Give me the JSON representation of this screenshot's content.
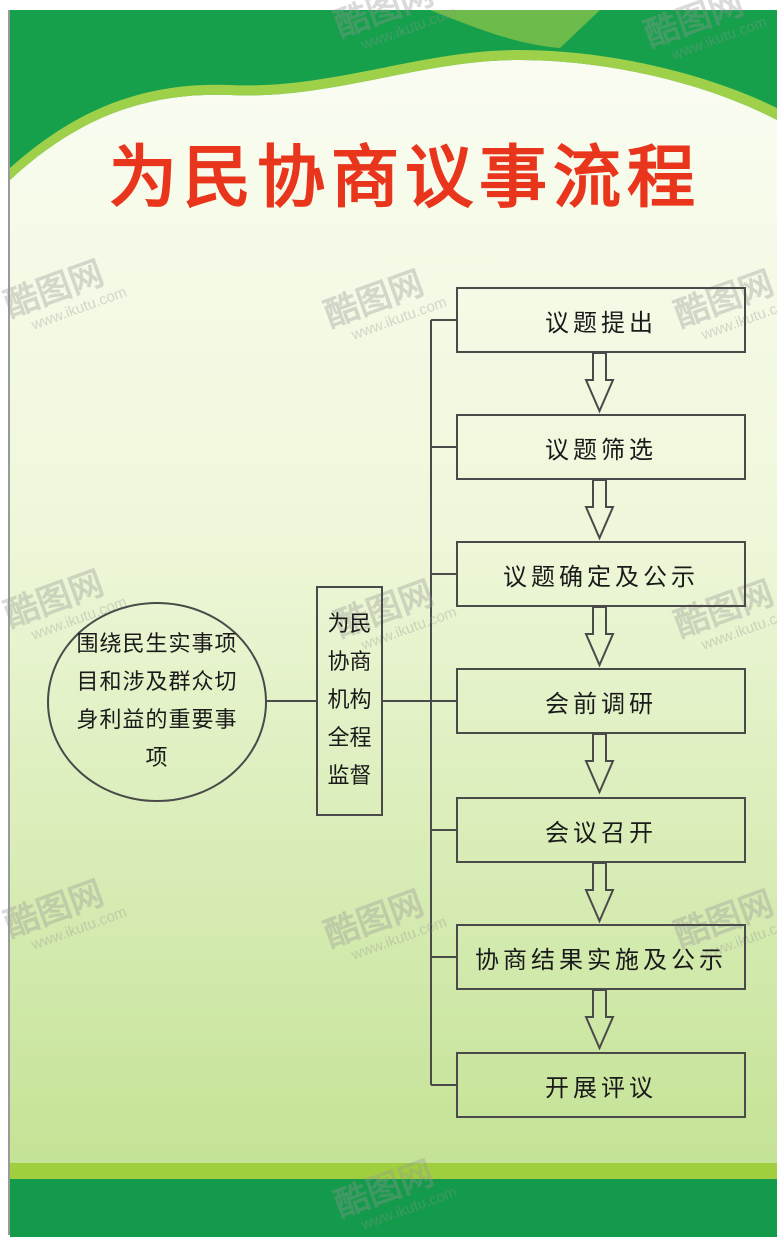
{
  "title": "为民协商议事流程",
  "circle_node": {
    "label": "围绕民生实事项目和涉及群众切身利益的重要事项"
  },
  "supervision_node": {
    "label": "为民协商机构全程监督"
  },
  "steps": [
    {
      "label": "议题提出"
    },
    {
      "label": "议题筛选"
    },
    {
      "label": "议题确定及公示"
    },
    {
      "label": "会前调研"
    },
    {
      "label": "会议召开"
    },
    {
      "label": "协商结果实施及公示"
    },
    {
      "label": "开展评议"
    }
  ],
  "watermark": {
    "brand": "酷图网",
    "url": "www.ikutu.com"
  },
  "colors": {
    "title_red": "#e8351c",
    "green_dark": "#139a4a",
    "green_light": "#9cc93a",
    "background_top": "#fafdf2",
    "background_bottom": "#c7e59a",
    "line": "#4a4a4a"
  }
}
